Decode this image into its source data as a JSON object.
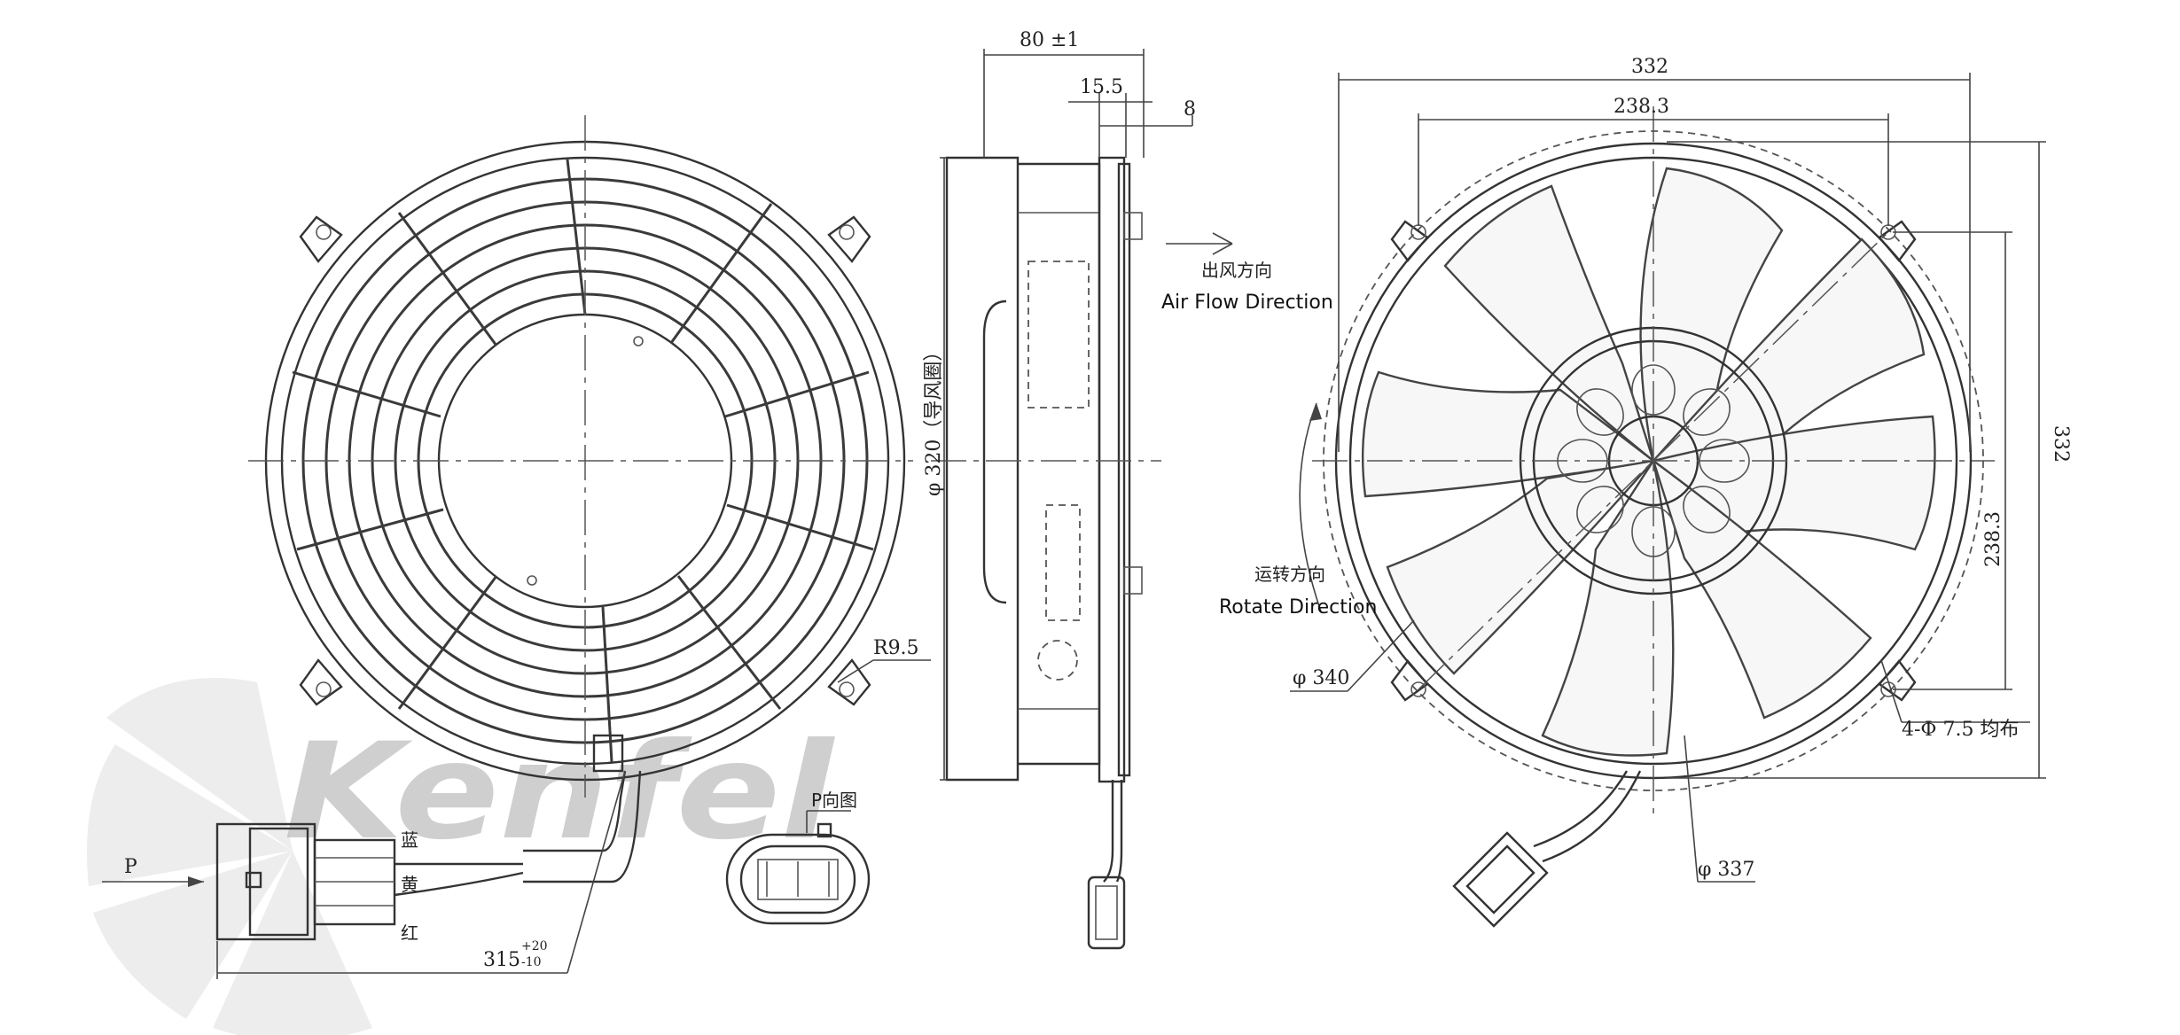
{
  "front_view": {
    "fillet_radius": "R9.5",
    "direction_arrow": "P",
    "connector_view_label": "P向图",
    "wire_colors": [
      "蓝",
      "黄",
      "红"
    ],
    "cable_length": "315",
    "cable_tol_upper": "+20",
    "cable_tol_lower": "-10"
  },
  "side_view": {
    "depth": "80 ±1",
    "flange_offset": "15.5",
    "flange_thickness": "8",
    "shroud_diameter": "φ 320（导风圈）",
    "airflow_cn": "出风方向",
    "airflow_en": "Air Flow Direction"
  },
  "rear_view": {
    "overall_width": "332",
    "hole_spacing_h": "238.3",
    "overall_height": "332",
    "hole_spacing_v": "238.3",
    "rotate_cn": "运转方向",
    "rotate_en": "Rotate Direction",
    "diameter_outer": "φ 340",
    "diameter_blade": "φ 337",
    "mount_holes": "4-Φ 7.5 均布"
  },
  "watermark": {
    "brand": "Kenfel"
  }
}
